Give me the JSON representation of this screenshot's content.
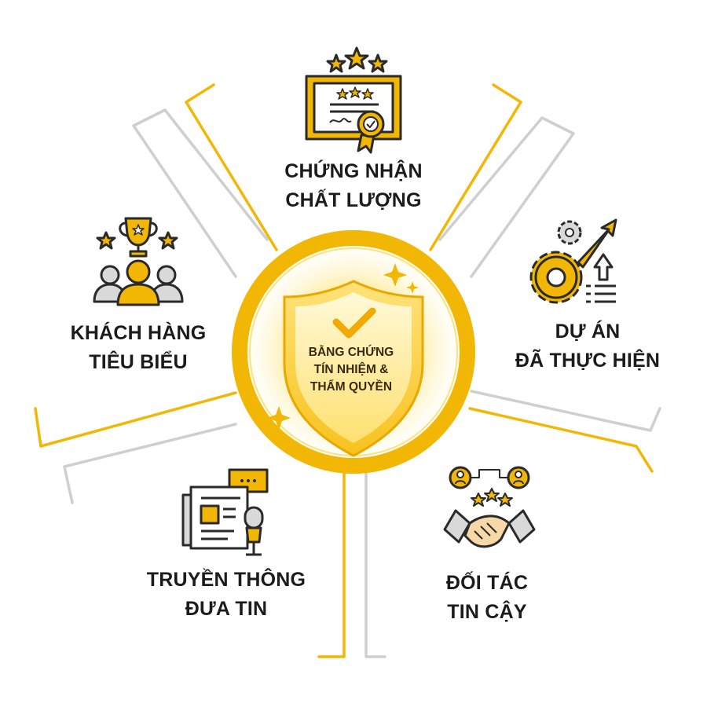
{
  "center": {
    "lines": [
      "BẰNG CHỨNG",
      "TÍN NHIỆM &",
      "THẨM QUYỀN"
    ]
  },
  "segments": [
    {
      "id": "quality",
      "lines": [
        "CHỨNG NHẬN",
        "CHẤT LƯỢNG"
      ],
      "icon": "certificate-icon"
    },
    {
      "id": "projects",
      "lines": [
        "DỰ ÁN",
        "ĐÃ THỰC HIỆN"
      ],
      "icon": "gear-growth-icon"
    },
    {
      "id": "partners",
      "lines": [
        "ĐỐI TÁC",
        "TIN CẬY"
      ],
      "icon": "handshake-icon"
    },
    {
      "id": "media",
      "lines": [
        "TRUYỀN THÔNG",
        "ĐƯA TIN"
      ],
      "icon": "newspaper-microphone-icon"
    },
    {
      "id": "clients",
      "lines": [
        "KHÁCH HÀNG",
        "TIÊU BIỂU"
      ],
      "icon": "trophy-team-icon"
    }
  ],
  "colors": {
    "gold": "#F2B705",
    "gold_light": "#FFD64A",
    "gray": "#CFCFCF",
    "ink": "#1b1b1b"
  }
}
